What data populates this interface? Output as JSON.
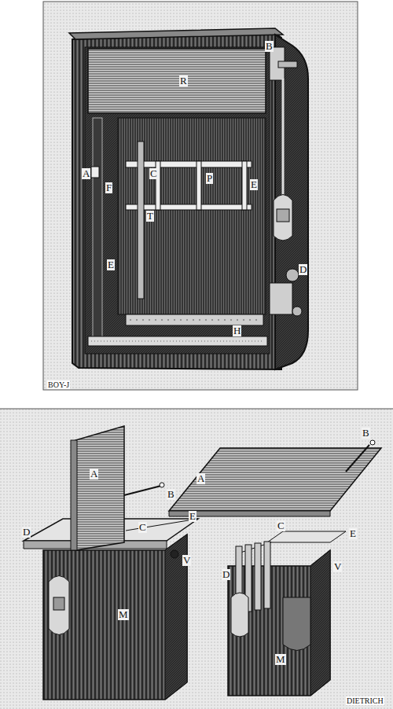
{
  "diagram": {
    "labels": [
      "R",
      "B",
      "A",
      "F",
      "C",
      "P",
      "E",
      "T",
      "E",
      "H",
      "D",
      "BOY-J",
      "A",
      "B",
      "C",
      "D",
      "E",
      "V",
      "M",
      "A",
      "B",
      "C",
      "D",
      "E",
      "V",
      "M",
      "DIETRICH"
    ]
  }
}
